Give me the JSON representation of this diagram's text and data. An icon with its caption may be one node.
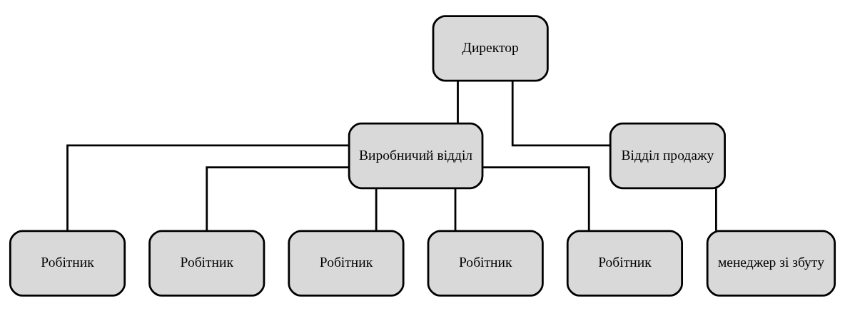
{
  "diagram": {
    "nodes": [
      {
        "text": [
          "Директор"
        ]
      },
      {
        "text": [
          "Виробничий відділ"
        ]
      },
      {
        "text": [
          "Відділ продажу"
        ]
      },
      {
        "text": [
          "Робітник"
        ]
      },
      {
        "text": [
          "Робітник"
        ]
      },
      {
        "text": [
          "Робітник"
        ]
      },
      {
        "text": [
          "Робітник"
        ]
      },
      {
        "text": [
          "Робітник"
        ]
      },
      {
        "text": [
          "менеджер зі збуту"
        ]
      }
    ],
    "edges": [
      {
        "from": 0,
        "to": 1,
        "arrow": "none"
      },
      {
        "from": 0,
        "to": 2,
        "arrow": "none"
      },
      {
        "from": 1,
        "to": 3,
        "arrow": "none"
      },
      {
        "from": 1,
        "to": 4,
        "arrow": "none"
      },
      {
        "from": 1,
        "to": 5,
        "arrow": "none"
      },
      {
        "from": 1,
        "to": 6,
        "arrow": "none"
      },
      {
        "from": 1,
        "to": 7,
        "arrow": "none"
      },
      {
        "from": 2,
        "to": 8,
        "arrow": "none"
      }
    ]
  }
}
